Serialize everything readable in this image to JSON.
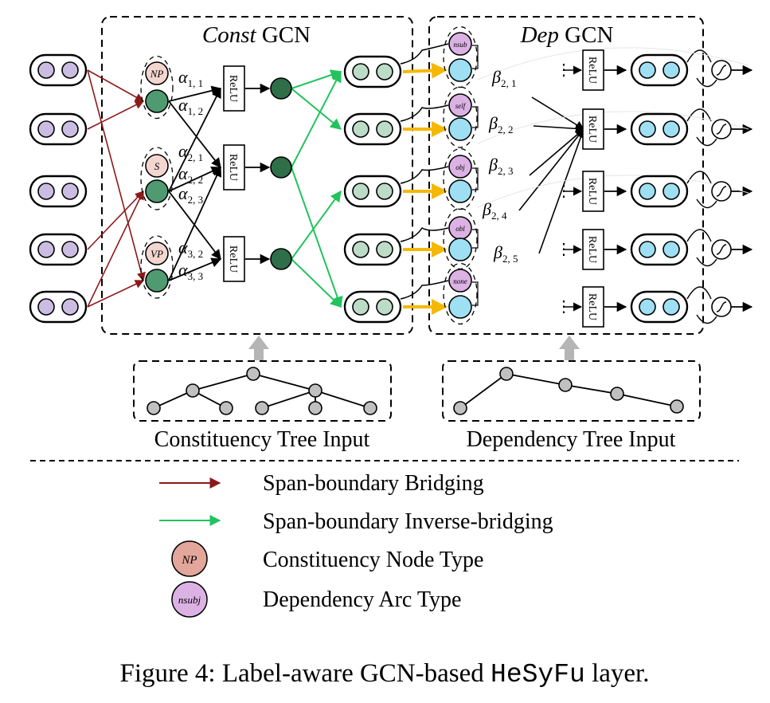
{
  "const_title_italic": "Const",
  "const_title_rest": "GCN",
  "dep_title_italic": "Dep",
  "dep_title_rest": "GCN",
  "relu_label": "ReLU",
  "const_node_types": [
    "NP",
    "S",
    "VP"
  ],
  "dep_arc_types": [
    "nsub",
    "self",
    "obj",
    "obl",
    "none"
  ],
  "alpha_labels": [
    "α",
    "α",
    "α",
    "α",
    "α",
    "α",
    "α"
  ],
  "alpha_subs": [
    "1, 1",
    "1, 2",
    "2, 1",
    "2, 2",
    "2, 3",
    "3, 2",
    "3, 3"
  ],
  "beta_labels": [
    "β",
    "β",
    "β",
    "β",
    "β"
  ],
  "beta_subs": [
    "2, 1",
    "2, 2",
    "2, 3",
    "2, 4",
    "2, 5"
  ],
  "const_tree_caption": "Constituency Tree Input",
  "dep_tree_caption": "Dependency Tree Input",
  "legend": [
    {
      "label": "Span-boundary Bridging"
    },
    {
      "label": "Span-boundary Inverse-bridging"
    },
    {
      "label": "Constituency Node Type",
      "badge": "NP"
    },
    {
      "label": "Dependency Arc Type",
      "badge": "nsubj"
    }
  ],
  "caption_prefix": "Figure 4: Label-aware GCN-based ",
  "caption_code": "HeSyFu",
  "caption_suffix": " layer.",
  "colors": {
    "bridging": "#8b1a1a",
    "inverse_bridging": "#22c35e",
    "yellow_arrow": "#f5b800",
    "const_node": "#4f9a70",
    "const_hidden": "#2e6e48",
    "lavender": "#cbbde2",
    "light_green": "#bcdcc8",
    "light_blue": "#9edff3",
    "np_pink": "#f3d6d0",
    "np_legend": "#e3a69b",
    "arc_purple": "#dcb2e4",
    "gray_node": "#c0c0c0"
  }
}
